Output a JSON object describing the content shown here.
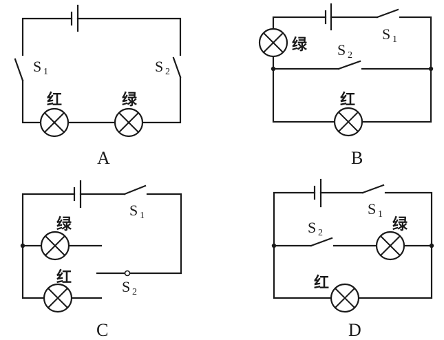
{
  "title": "Four circuit diagrams with red and green lamps, switches S1 and S2",
  "lamp_labels": {
    "red": "红",
    "green": "绿"
  },
  "switch_labels": {
    "s1": {
      "letter": "S",
      "sub": "1"
    },
    "s2": {
      "letter": "S",
      "sub": "2"
    }
  },
  "circuits": [
    {
      "id": "A",
      "caption": "A",
      "description": "Series: battery, S1, red lamp, green lamp, S2"
    },
    {
      "id": "B",
      "caption": "B",
      "description": "Green lamp in main line with battery and S1; S2 parallel to red lamp"
    },
    {
      "id": "C",
      "caption": "C",
      "description": "Single-pole two-way switch S2 selects green or red lamp; S1 in main line"
    },
    {
      "id": "D",
      "caption": "D",
      "description": "S1 in main line; S2 with green lamp in parallel with red lamp"
    }
  ]
}
